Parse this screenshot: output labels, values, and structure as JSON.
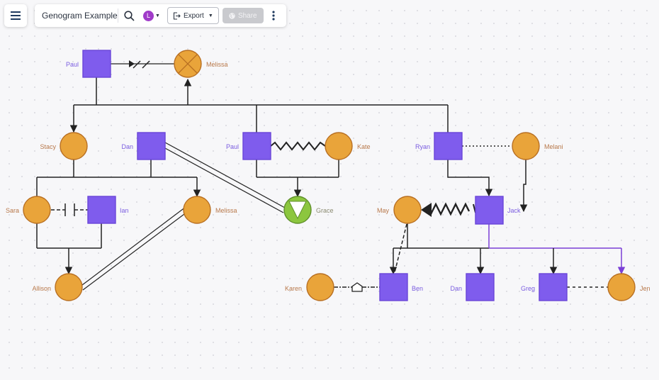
{
  "toolbar": {
    "title": "Genogram Example",
    "menu_icon": "hamburger-menu-icon",
    "search_icon": "search-icon",
    "avatar_initial": "L",
    "export_label": "Export",
    "share_label": "Share",
    "more_icon": "more-vertical-icon"
  },
  "colors": {
    "male_fill": "#7f5ced",
    "male_stroke": "#6a46d8",
    "male_label": "#7a5ce0",
    "female_fill": "#e9a43a",
    "female_stroke": "#b86f22",
    "female_label": "#b8784a",
    "green_fill": "#8cc63f",
    "purple_line": "#7a3fd6",
    "line": "#222222"
  },
  "people": {
    "paul_top": {
      "name": "Paul",
      "gender": "male"
    },
    "melissa_top": {
      "name": "Melissa",
      "gender": "female",
      "status": "deceased"
    },
    "stacy": {
      "name": "Stacy",
      "gender": "female"
    },
    "dan_mid": {
      "name": "Dan",
      "gender": "male"
    },
    "paul_mid": {
      "name": "Paul",
      "gender": "male"
    },
    "kate": {
      "name": "Kate",
      "gender": "female"
    },
    "ryan": {
      "name": "Ryan",
      "gender": "male"
    },
    "melani": {
      "name": "Melani",
      "gender": "female"
    },
    "sara": {
      "name": "Sara",
      "gender": "female"
    },
    "ian": {
      "name": "Ian",
      "gender": "male"
    },
    "melissa_mid": {
      "name": "Melissa",
      "gender": "female"
    },
    "grace": {
      "name": "Grace",
      "gender": "other"
    },
    "may": {
      "name": "May",
      "gender": "female"
    },
    "jack": {
      "name": "Jack",
      "gender": "male"
    },
    "allison": {
      "name": "Allison",
      "gender": "female"
    },
    "karen": {
      "name": "Karen",
      "gender": "female"
    },
    "ben": {
      "name": "Ben",
      "gender": "male"
    },
    "dan_low": {
      "name": "Dan",
      "gender": "male"
    },
    "greg": {
      "name": "Greg",
      "gender": "male"
    },
    "jen": {
      "name": "Jen",
      "gender": "female"
    }
  },
  "relationships": [
    {
      "from": "Paul",
      "to": "Melissa",
      "type": "divorced"
    },
    {
      "from": "Paul",
      "to": "Kate",
      "type": "hostile"
    },
    {
      "from": "Ryan",
      "to": "Melani",
      "type": "distant"
    },
    {
      "from": "Sara",
      "to": "Ian",
      "type": "cutoff"
    },
    {
      "from": "Jack",
      "to": "May",
      "type": "abuse"
    },
    {
      "from": "Karen",
      "to": "Ben",
      "type": "living-together"
    },
    {
      "from": "Greg",
      "to": "Jen",
      "type": "distant"
    },
    {
      "from": "Dan",
      "to": "Grace",
      "type": "close"
    },
    {
      "from": "Allison",
      "to": "Melissa",
      "type": "close"
    }
  ]
}
